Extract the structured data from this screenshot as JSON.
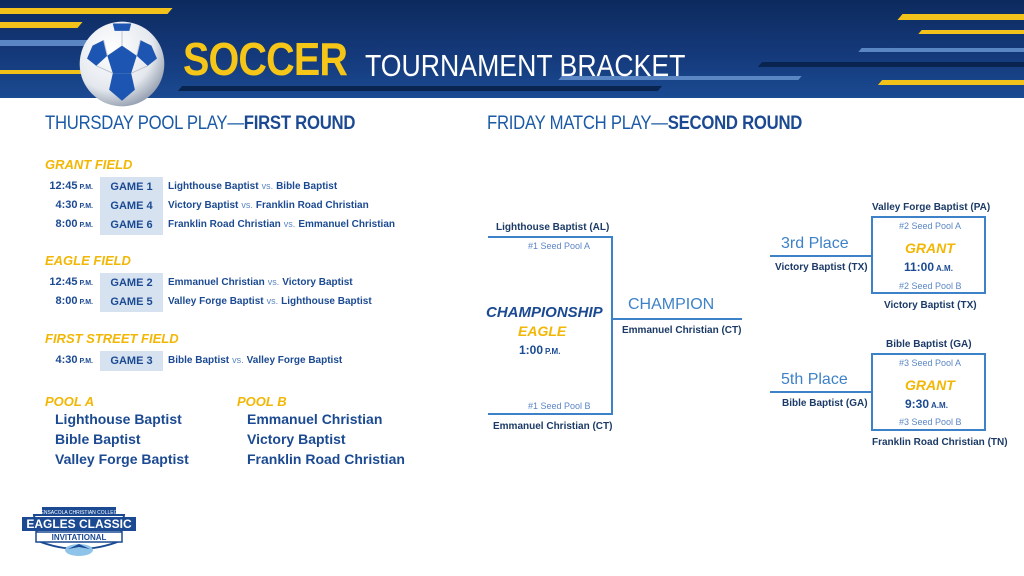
{
  "header": {
    "title_bold": "SOCCER",
    "title_rest": "TOURNAMENT BRACKET"
  },
  "thursday": {
    "heading_plain": "THURSDAY POOL PLAY—",
    "heading_bold": "FIRST ROUND",
    "fields": [
      {
        "name": "GRANT FIELD",
        "games": [
          {
            "time": "12:45",
            "ampm": "P.M.",
            "game": "GAME 1",
            "team1": "Lighthouse Baptist",
            "vs": "vs.",
            "team2": "Bible Baptist"
          },
          {
            "time": "4:30",
            "ampm": "P.M.",
            "game": "GAME 4",
            "team1": "Victory Baptist",
            "vs": "vs.",
            "team2": "Franklin Road Christian"
          },
          {
            "time": "8:00",
            "ampm": "P.M.",
            "game": "GAME 6",
            "team1": "Franklin Road Christian",
            "vs": "vs.",
            "team2": "Emmanuel Christian"
          }
        ]
      },
      {
        "name": "EAGLE FIELD",
        "games": [
          {
            "time": "12:45",
            "ampm": "P.M.",
            "game": "GAME 2",
            "team1": "Emmanuel Christian",
            "vs": "vs.",
            "team2": "Victory Baptist"
          },
          {
            "time": "8:00",
            "ampm": "P.M.",
            "game": "GAME 5",
            "team1": "Valley Forge Baptist",
            "vs": "vs.",
            "team2": "Lighthouse Baptist"
          }
        ]
      },
      {
        "name": "FIRST STREET FIELD",
        "games": [
          {
            "time": "4:30",
            "ampm": "P.M.",
            "game": "GAME 3",
            "team1": "Bible Baptist",
            "vs": "vs.",
            "team2": "Valley Forge Baptist"
          }
        ]
      }
    ],
    "pools": [
      {
        "title": "POOL A",
        "teams": [
          "Lighthouse Baptist",
          "Bible Baptist",
          "Valley Forge Baptist"
        ]
      },
      {
        "title": "POOL B",
        "teams": [
          "Emmanuel Christian",
          "Victory Baptist",
          "Franklin Road Christian"
        ]
      }
    ]
  },
  "friday": {
    "heading_plain": "FRIDAY MATCH PLAY—",
    "heading_bold": "SECOND ROUND",
    "championship": {
      "title": "CHAMPIONSHIP",
      "field": "EAGLE",
      "time": "1:00",
      "ampm": "P.M.",
      "top_team": "Lighthouse Baptist (AL)",
      "top_seed": "#1 Seed Pool A",
      "bottom_team": "Emmanuel Christian (CT)",
      "bottom_seed": "#1 Seed Pool B",
      "result_label": "CHAMPION",
      "winner": "Emmanuel Christian (CT)"
    },
    "third_place": {
      "label": "3rd Place",
      "field": "GRANT",
      "time": "11:00",
      "ampm": "A.M.",
      "top_team": "Valley Forge Baptist (PA)",
      "top_seed": "#2 Seed Pool A",
      "bottom_team": "Victory Baptist (TX)",
      "bottom_seed": "#2 Seed Pool B",
      "winner": "Victory Baptist (TX)"
    },
    "fifth_place": {
      "label": "5th Place",
      "field": "GRANT",
      "time": "9:30",
      "ampm": "A.M.",
      "top_team": "Bible Baptist (GA)",
      "top_seed": "#3 Seed Pool A",
      "bottom_team": "Franklin Road Christian (TN)",
      "bottom_seed": "#3 Seed Pool B",
      "winner": "Bible Baptist (GA)"
    }
  },
  "logo": {
    "top_text": "PENSACOLA CHRISTIAN COLLEGE",
    "main_text": "EAGLES CLASSIC",
    "sub_text": "INVITATIONAL"
  },
  "colors": {
    "navy": "#1b4a92",
    "gold": "#f2b705",
    "bracket_blue": "#3d82c8"
  }
}
